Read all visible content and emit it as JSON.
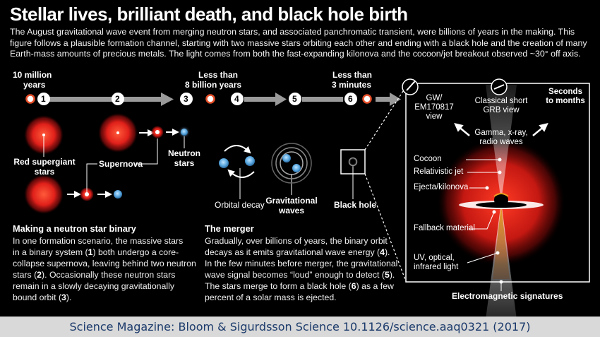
{
  "title": "Stellar lives, brilliant death, and black hole birth",
  "intro": "The August gravitational wave event from merging neutron stars, and associated panchromatic transient, were billions of years in the making. This figure follows a plausible formation channel, starting with two massive stars orbiting each other and ending with a black hole and the creation of many Earth-mass amounts of precious metals. The light comes from both the fast-expanding kilonova and the cocoon/jet breakout observed ~30° off axis.",
  "timeline": {
    "ten_million": "10 million",
    "years": "years",
    "less_than_1": "Less than",
    "eight_billion": "8 billion years",
    "less_than_2": "Less than",
    "three_minutes": "3 minutes",
    "steps": [
      "1",
      "2",
      "3",
      "4",
      "5",
      "6"
    ]
  },
  "labels": {
    "red_supergiant": "Red supergiant",
    "stars_1": "stars",
    "supernova": "Supernova",
    "neutron": "Neutron",
    "stars_2": "stars",
    "orbital_decay": "Orbital decay",
    "grav_1": "Gravitational",
    "grav_2": "waves",
    "black_hole": "Black hole"
  },
  "views": {
    "gw_1": "GW/",
    "gw_2": "EM170817",
    "gw_3": "view",
    "grb_1": "Classical short",
    "grb_2": "GRB view",
    "seconds_1": "Seconds",
    "seconds_2": "to months",
    "gamma_1": "Gamma, x-ray,",
    "gamma_2": "radio waves"
  },
  "em_labels": {
    "cocoon": "Cocoon",
    "jet": "Relativistic jet",
    "ejecta": "Ejecta/kilonova",
    "fallback": "Fallback material",
    "uv_1": "UV, optical,",
    "uv_2": "infrared light",
    "signatures": "Electromagnetic signatures"
  },
  "binary": {
    "heading": "Making a neutron star binary",
    "l1a": "In one formation scenario, the massive stars",
    "l2a": "in a binary system (",
    "l2n": "1",
    "l2b": ") both undergo a core-",
    "l3": "collapse supernova, leaving behind two neutron",
    "l4a": "stars (",
    "l4n": "2",
    "l4b": "). Occasionally these neutron stars",
    "l5": "remain in a slowly decaying gravitationally",
    "l6a": "bound orbit (",
    "l6n": "3",
    "l6b": ")."
  },
  "merger": {
    "heading": "The merger",
    "l1": "Gradually, over billions of years, the binary orbit",
    "l2a": "decays as it emits gravitational wave energy (",
    "l2n": "4",
    "l2b": ").",
    "l3": "In the few minutes before merger, the gravitational",
    "l4a": "wave signal becomes “loud” enough to detect (",
    "l4n": "5",
    "l4b": ").",
    "l5a": "The stars merge to form a black hole (",
    "l5n": "6",
    "l5b": ") as a few",
    "l6": "percent of a solar mass is ejected."
  },
  "caption": "Science Magazine: Bloom & Sigurdsson Science 10.1126/science.aaq0321 (2017)",
  "colors": {
    "background": "#000000",
    "arrow_gray": "#9a9a9a",
    "red_star": "#e0201a",
    "neutron_blue": "#5aa8e0",
    "ring_orange": "#e8502a",
    "caption_text": "#1b3a6b"
  }
}
